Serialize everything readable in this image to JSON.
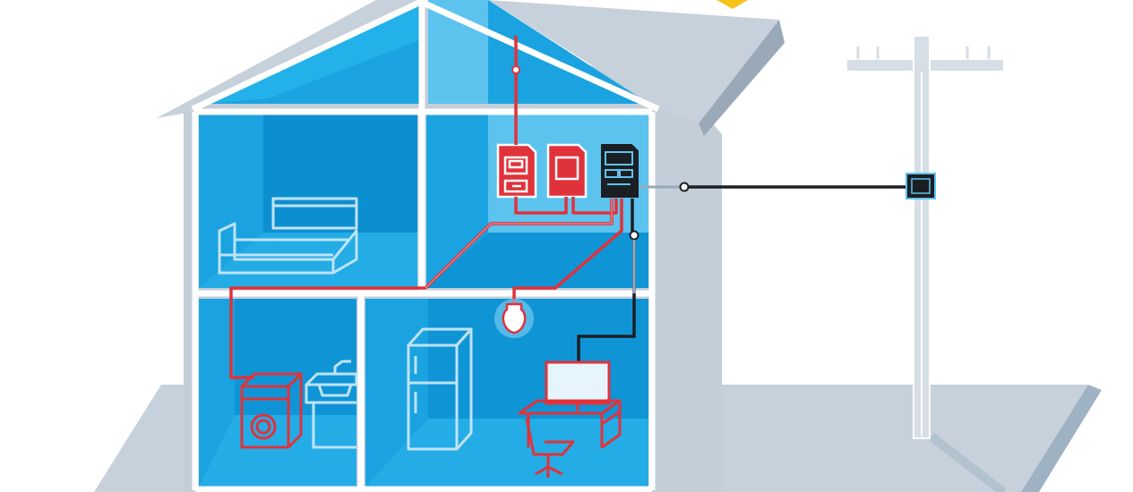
{
  "scene": {
    "description_tags": [
      "house-cross-section",
      "electric-service",
      "utility-pole"
    ],
    "colors": {
      "ground": "#c6d1dc",
      "ground_edge": "#9fb2c4",
      "wall": "#c3ced8",
      "roof": "#c6d1db",
      "roof_edge": "#9aa9b8",
      "room_blue": "#1aa3e0",
      "room_blue_deep": "#0c8fd0",
      "room_light": "#5cc3ef",
      "wall_outline": "#ffffff",
      "wire_red": "#e0323a",
      "wire_black": "#1b1f24",
      "furniture": "#bfe3f5",
      "sun": "#f6c11b",
      "pole": "#d6dee6"
    },
    "icons": [
      "electric-meter-icon",
      "circuit-breaker-icon",
      "distribution-panel-icon",
      "light-bulb-icon",
      "washing-machine-icon",
      "sink-icon",
      "refrigerator-icon",
      "computer-monitor-icon",
      "desk-icon",
      "office-chair-icon",
      "bed-icon",
      "utility-pole-icon",
      "pole-junction-box-icon"
    ]
  }
}
